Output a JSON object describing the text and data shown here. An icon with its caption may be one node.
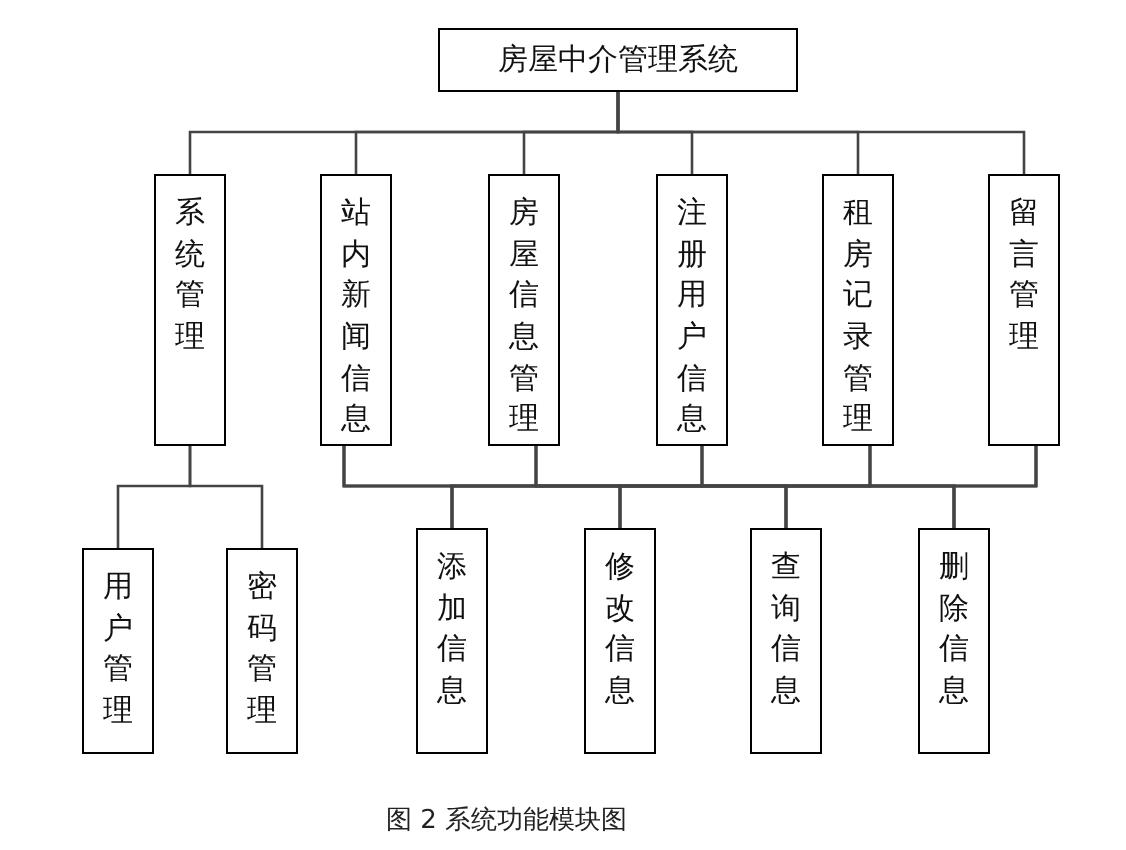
{
  "diagram": {
    "caption": "图 2 系统功能模块图",
    "nodes": [
      {
        "text": [
          "房屋中介管理系统"
        ]
      },
      {
        "text": [
          "系统管理"
        ]
      },
      {
        "text": [
          "站内新闻信息"
        ]
      },
      {
        "text": [
          "房屋信息管理"
        ]
      },
      {
        "text": [
          "注册用户信息"
        ]
      },
      {
        "text": [
          "租房记录管理"
        ]
      },
      {
        "text": [
          "留言管理"
        ]
      },
      {
        "text": [
          "用户管理"
        ]
      },
      {
        "text": [
          "密码管理"
        ]
      },
      {
        "text": [
          "添加信息"
        ]
      },
      {
        "text": [
          "修改信息"
        ]
      },
      {
        "text": [
          "查询信息"
        ]
      },
      {
        "text": [
          "删除信息"
        ]
      }
    ],
    "edges": [
      {
        "from": 0,
        "to": 1,
        "arrow": "none"
      },
      {
        "from": 0,
        "to": 2,
        "arrow": "none"
      },
      {
        "from": 0,
        "to": 3,
        "arrow": "none"
      },
      {
        "from": 0,
        "to": 4,
        "arrow": "none"
      },
      {
        "from": 0,
        "to": 5,
        "arrow": "none"
      },
      {
        "from": 0,
        "to": 6,
        "arrow": "none"
      },
      {
        "from": 1,
        "to": 7,
        "arrow": "none"
      },
      {
        "from": 1,
        "to": 8,
        "arrow": "none"
      },
      {
        "from": 2,
        "to": 9,
        "arrow": "none"
      },
      {
        "from": 2,
        "to": 10,
        "arrow": "none"
      },
      {
        "from": 2,
        "to": 11,
        "arrow": "none"
      },
      {
        "from": 2,
        "to": 12,
        "arrow": "none"
      },
      {
        "from": 3,
        "to": 9,
        "arrow": "none"
      },
      {
        "from": 3,
        "to": 10,
        "arrow": "none"
      },
      {
        "from": 3,
        "to": 11,
        "arrow": "none"
      },
      {
        "from": 3,
        "to": 12,
        "arrow": "none"
      },
      {
        "from": 4,
        "to": 9,
        "arrow": "none"
      },
      {
        "from": 4,
        "to": 10,
        "arrow": "none"
      },
      {
        "from": 4,
        "to": 11,
        "arrow": "none"
      },
      {
        "from": 4,
        "to": 12,
        "arrow": "none"
      },
      {
        "from": 5,
        "to": 9,
        "arrow": "none"
      },
      {
        "from": 5,
        "to": 10,
        "arrow": "none"
      },
      {
        "from": 5,
        "to": 11,
        "arrow": "none"
      },
      {
        "from": 5,
        "to": 12,
        "arrow": "none"
      },
      {
        "from": 6,
        "to": 9,
        "arrow": "none"
      },
      {
        "from": 6,
        "to": 10,
        "arrow": "none"
      },
      {
        "from": 6,
        "to": 11,
        "arrow": "none"
      },
      {
        "from": 6,
        "to": 12,
        "arrow": "none"
      }
    ]
  }
}
